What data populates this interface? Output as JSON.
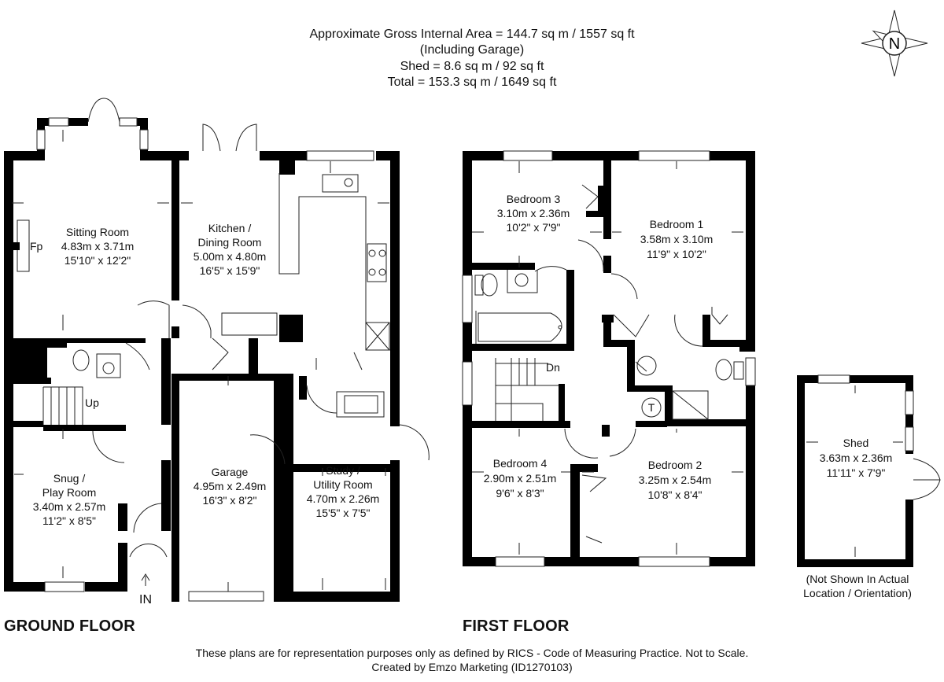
{
  "header": {
    "gross_area": "Approximate Gross Internal Area = 144.7 sq m / 1557 sq ft",
    "including": "(Including Garage)",
    "shed_area": "Shed = 8.6 sq m / 92 sq ft",
    "total_area": "Total = 153.3 sq m / 1649 sq ft"
  },
  "compass": {
    "letter": "N"
  },
  "floors": {
    "ground": "GROUND FLOOR",
    "first": "FIRST FLOOR"
  },
  "ground_rooms": {
    "sitting": {
      "name": "Sitting Room",
      "metric": "4.83m x 3.71m",
      "imperial": "15'10\" x 12'2\""
    },
    "kitchen": {
      "name1": "Kitchen /",
      "name2": "Dining Room",
      "metric": "5.00m x 4.80m",
      "imperial": "16'5\" x 15'9\""
    },
    "snug": {
      "name1": "Snug /",
      "name2": "Play Room",
      "metric": "3.40m x 2.57m",
      "imperial": "11'2\" x 8'5\""
    },
    "garage": {
      "name": "Garage",
      "metric": "4.95m x 2.49m",
      "imperial": "16'3\" x 8'2\""
    },
    "study": {
      "name1": "Study /",
      "name2": "Utility Room",
      "metric": "4.70m x 2.26m",
      "imperial": "15'5\" x 7'5\""
    },
    "fp": "Fp",
    "up": "Up",
    "in": "IN"
  },
  "first_rooms": {
    "bed3": {
      "name": "Bedroom 3",
      "metric": "3.10m x 2.36m",
      "imperial": "10'2\" x 7'9\""
    },
    "bed1": {
      "name": "Bedroom 1",
      "metric": "3.58m x 3.10m",
      "imperial": "11'9\" x 10'2\""
    },
    "bed4": {
      "name": "Bedroom 4",
      "metric": "2.90m x 2.51m",
      "imperial": "9'6\" x 8'3\""
    },
    "bed2": {
      "name": "Bedroom 2",
      "metric": "3.25m x 2.54m",
      "imperial": "10'8\" x 8'4\""
    },
    "dn": "Dn",
    "t": "T"
  },
  "shed": {
    "name": "Shed",
    "metric": "3.63m x 2.36m",
    "imperial": "11'11\" x 7'9\""
  },
  "shed_note": {
    "line1": "(Not Shown In Actual",
    "line2": "Location / Orientation)"
  },
  "footer": {
    "disclaimer": "These plans are for representation purposes only as defined by RICS - Code of Measuring Practice. Not to Scale.",
    "credit": "Created by Emzo Marketing (ID1270103)"
  }
}
